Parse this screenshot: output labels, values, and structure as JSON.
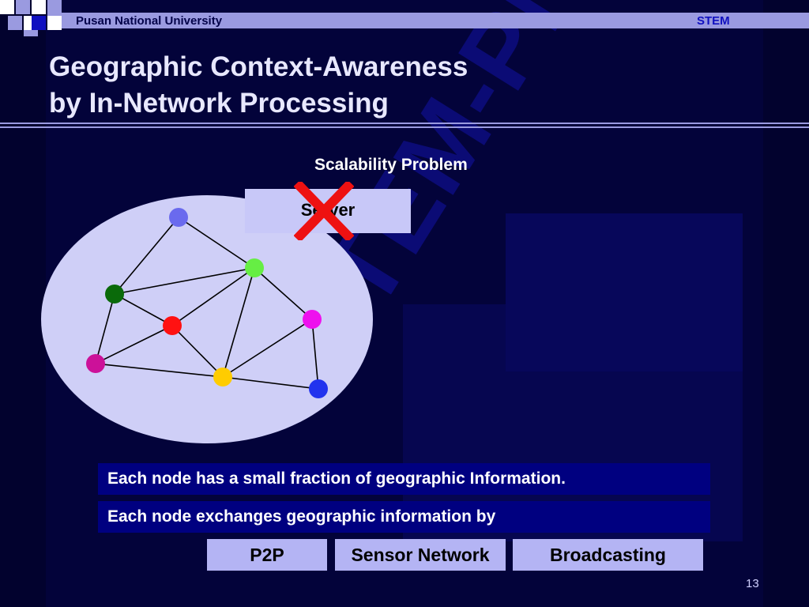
{
  "header": {
    "university": "Pusan National University",
    "tag": "STEM"
  },
  "title": {
    "line1": "Geographic Context-Awareness",
    "line2": "by In-Network Processing"
  },
  "watermark": "STEM-PNU",
  "diagram": {
    "heading": "Scalability Problem",
    "server_label": "Server",
    "nodes": [
      {
        "id": "n1",
        "color": "#6a6aee"
      },
      {
        "id": "n2",
        "color": "#66ee44"
      },
      {
        "id": "n3",
        "color": "#0a6a0a"
      },
      {
        "id": "n4",
        "color": "#ff1111"
      },
      {
        "id": "n5",
        "color": "#ee11ee"
      },
      {
        "id": "n6",
        "color": "#cc1199"
      },
      {
        "id": "n7",
        "color": "#ffcc00"
      },
      {
        "id": "n8",
        "color": "#2233ee"
      }
    ],
    "edges": [
      [
        "n1",
        "n2"
      ],
      [
        "n1",
        "n3"
      ],
      [
        "n3",
        "n2"
      ],
      [
        "n3",
        "n4"
      ],
      [
        "n3",
        "n6"
      ],
      [
        "n2",
        "n4"
      ],
      [
        "n2",
        "n7"
      ],
      [
        "n2",
        "n5"
      ],
      [
        "n4",
        "n6"
      ],
      [
        "n4",
        "n7"
      ],
      [
        "n6",
        "n7"
      ],
      [
        "n7",
        "n5"
      ],
      [
        "n7",
        "n8"
      ],
      [
        "n5",
        "n8"
      ]
    ]
  },
  "info": {
    "line1": "Each node has a small fraction of geographic Information.",
    "line2": "Each node exchanges geographic information by"
  },
  "methods": [
    "P2P",
    "Sensor Network",
    "Broadcasting"
  ],
  "page_number": "13",
  "colors": {
    "background": "#03033a",
    "accent": "#9a9ae0",
    "bar": "#000080",
    "x_mark": "#ee1111"
  }
}
